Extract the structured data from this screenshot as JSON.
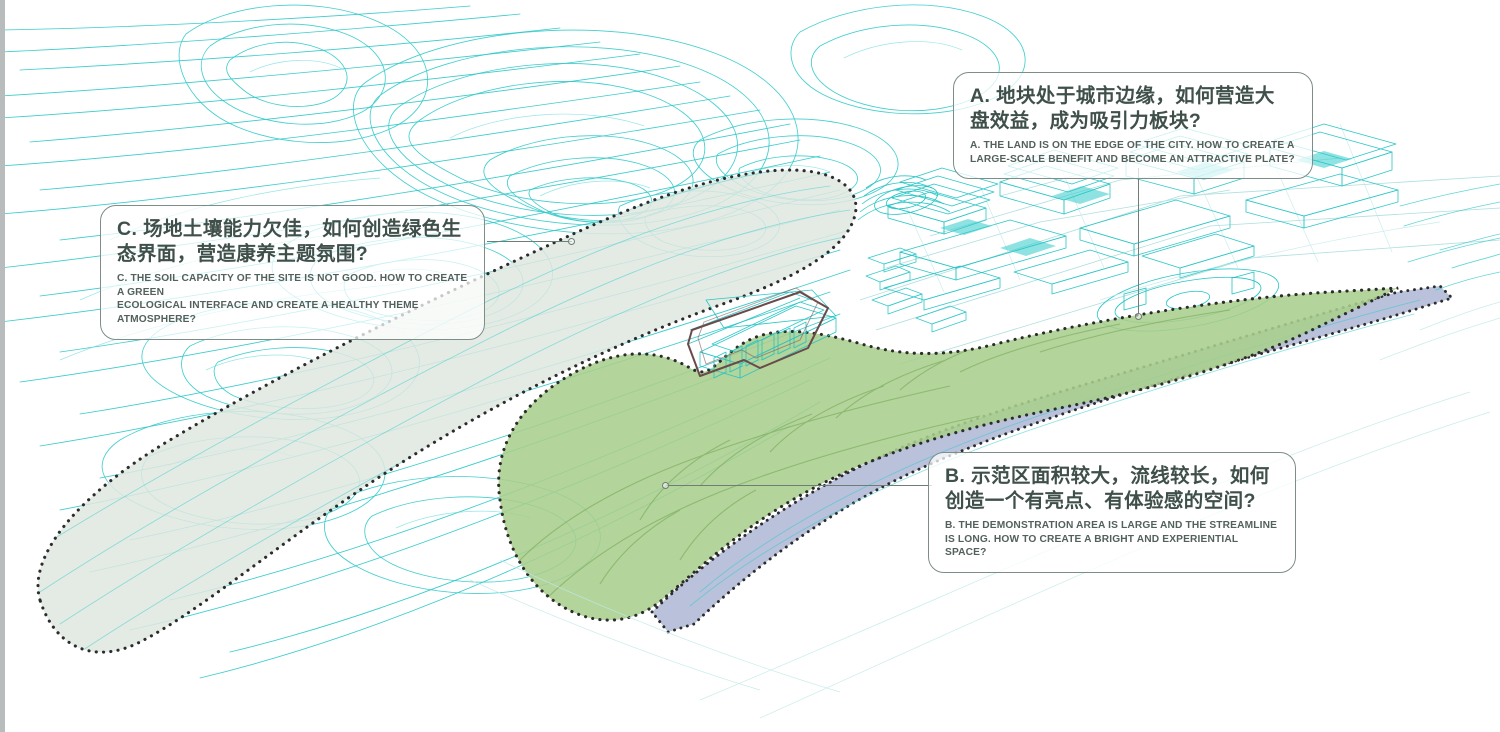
{
  "document": {
    "type": "architectural-site-analysis-diagram",
    "background_color": "#ffffff"
  },
  "palette": {
    "contour_cyan": "#29c6c6",
    "callout_border": "#7d8d88",
    "callout_text_cn": "#3f4f4a",
    "callout_text_en": "#53615c",
    "leader_line": "#6f7d77",
    "zone_ecological_fill": "#dde6e0",
    "zone_demonstration_fill": "#a8ce8b",
    "river_fill": "#a5afd0",
    "building_outline": "#6b4a4a",
    "boundary_dots": "#2b2b2b",
    "left_rail": "#b9bcbd"
  },
  "callouts": [
    {
      "id": "A",
      "letter": "A.",
      "cn": "A. 地块处于城市边缘，如何营造大\n盘效益，成为吸引力板块?",
      "en": "A. THE LAND IS ON THE EDGE OF THE CITY. HOW TO CREATE A\nLARGE-SCALE BENEFIT AND BECOME AN ATTRACTIVE PLATE?",
      "anchor_target": "city-edge-riverfront"
    },
    {
      "id": "B",
      "letter": "B.",
      "cn": "B. 示范区面积较大，流线较长，如何\n创造一个有亮点、有体验感的空间?",
      "en": "B. THE DEMONSTRATION AREA IS LARGE AND THE STREAMLINE\nIS LONG. HOW TO CREATE A BRIGHT AND EXPERIENTIAL SPACE?",
      "anchor_target": "demonstration-green-zone"
    },
    {
      "id": "C",
      "letter": "C.",
      "cn": "C. 场地土壤能力欠佳，如何创造绿色生\n态界面，营造康养主题氛围?",
      "en": "C. THE SOIL CAPACITY OF THE SITE IS NOT GOOD. HOW TO CREATE A GREEN\nECOLOGICAL INTERFACE AND CREATE A HEALTHY THEME ATMOSPHERE?",
      "anchor_target": "ecological-soil-zone"
    }
  ],
  "map_zones": [
    {
      "name": "ecological-soil-zone",
      "fill": "#dde6e0",
      "boundary": "dotted",
      "label": ""
    },
    {
      "name": "demonstration-green-zone",
      "fill": "#a8ce8b",
      "boundary": "dotted",
      "label": ""
    },
    {
      "name": "riverfront-band",
      "fill": "#a5afd0",
      "boundary": "dotted",
      "label": ""
    },
    {
      "name": "key-building-footprint",
      "fill": "none",
      "boundary": "solid",
      "label": ""
    }
  ]
}
